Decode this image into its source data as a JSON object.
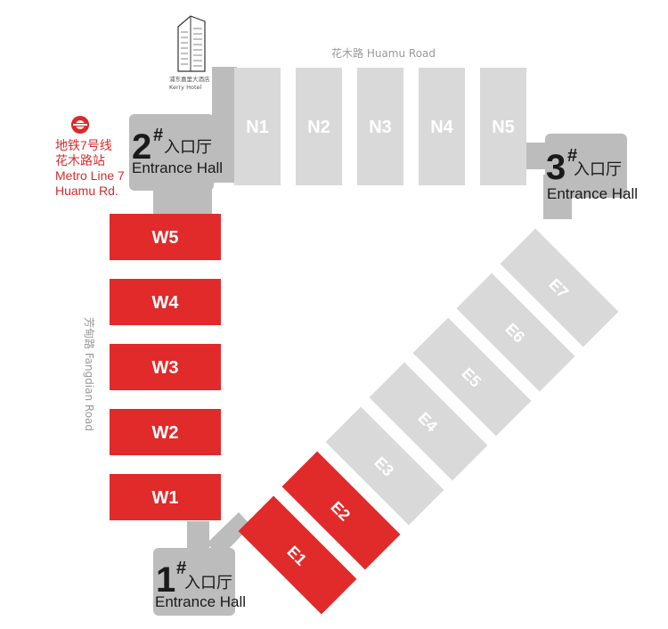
{
  "colors": {
    "gray_hall": "#d9d9d9",
    "gray_connector": "#bcbcbc",
    "red_hall": "#e12a2a",
    "entrance": "#bcbcbc",
    "metro_red": "#d92b2b",
    "road_text": "#999999"
  },
  "roads": {
    "north": "花木路  Huamu Road",
    "west": "芳甸路  Fangdian Road"
  },
  "hotel": {
    "icon": "building-icon",
    "name_cn": "浦东嘉里大酒店",
    "name_en": "Kerry Hotel"
  },
  "metro": {
    "icon": "shanghai-metro-icon",
    "line1": "地铁7号线",
    "line2": "花木路站",
    "line3": "Metro Line 7",
    "line4": "Huamu Rd."
  },
  "entrances": [
    {
      "num": "1",
      "hash": "#",
      "cn": "入口厅",
      "en": "Entrance Hall"
    },
    {
      "num": "2",
      "hash": "#",
      "cn": "入口厅",
      "en": "Entrance Hall"
    },
    {
      "num": "3",
      "hash": "#",
      "cn": "入口厅",
      "en": "Entrance Hall"
    }
  ],
  "halls": {
    "north": [
      "N1",
      "N2",
      "N3",
      "N4",
      "N5"
    ],
    "west": [
      "W5",
      "W4",
      "W3",
      "W2",
      "W1"
    ],
    "east_highlighted": [
      "E1",
      "E2"
    ],
    "east_gray": [
      "E3",
      "E4",
      "E5",
      "E6",
      "E7"
    ]
  }
}
